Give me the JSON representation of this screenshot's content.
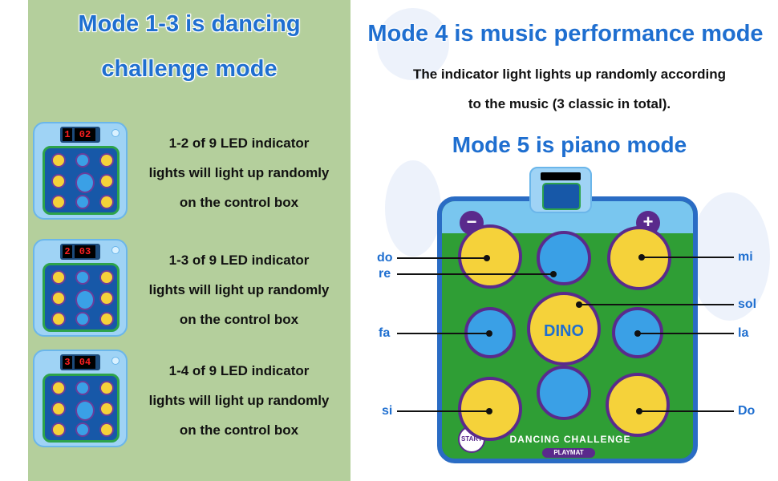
{
  "left": {
    "title_line1": "Mode 1-3 is dancing",
    "title_line2": "challenge mode",
    "modes": [
      {
        "led_mode": "1",
        "led_count": "02",
        "lines": [
          "1-2 of 9 LED indicator",
          "lights will light up randomly",
          "on the control box"
        ]
      },
      {
        "led_mode": "2",
        "led_count": "03",
        "lines": [
          "1-3 of 9 LED indicator",
          "lights will light up randomly",
          "on the control box"
        ]
      },
      {
        "led_mode": "3",
        "led_count": "04",
        "lines": [
          "1-4 of 9 LED indicator",
          "lights will light up randomly",
          "on the control box"
        ]
      }
    ]
  },
  "right": {
    "mode4_title": "Mode 4 is music performance mode",
    "mode4_desc1": "The indicator light lights up randomly according",
    "mode4_desc2": "to the music (3 classic in total).",
    "mode5_title": "Mode 5 is piano mode",
    "notes": {
      "do": "do",
      "re": "re",
      "mi": "mi",
      "sol": "sol",
      "fa": "fa",
      "la": "la",
      "si": "si",
      "Do": "Do"
    },
    "mat": {
      "minus": "−",
      "plus": "+",
      "start": "START",
      "center": "DINO",
      "banner": "DANCING CHALLENGE",
      "sub": "PLAYMAT"
    }
  },
  "colors": {
    "title": "#1f6fd0",
    "panel": "#b4cf9c",
    "mat_border": "#2a6cc4"
  }
}
